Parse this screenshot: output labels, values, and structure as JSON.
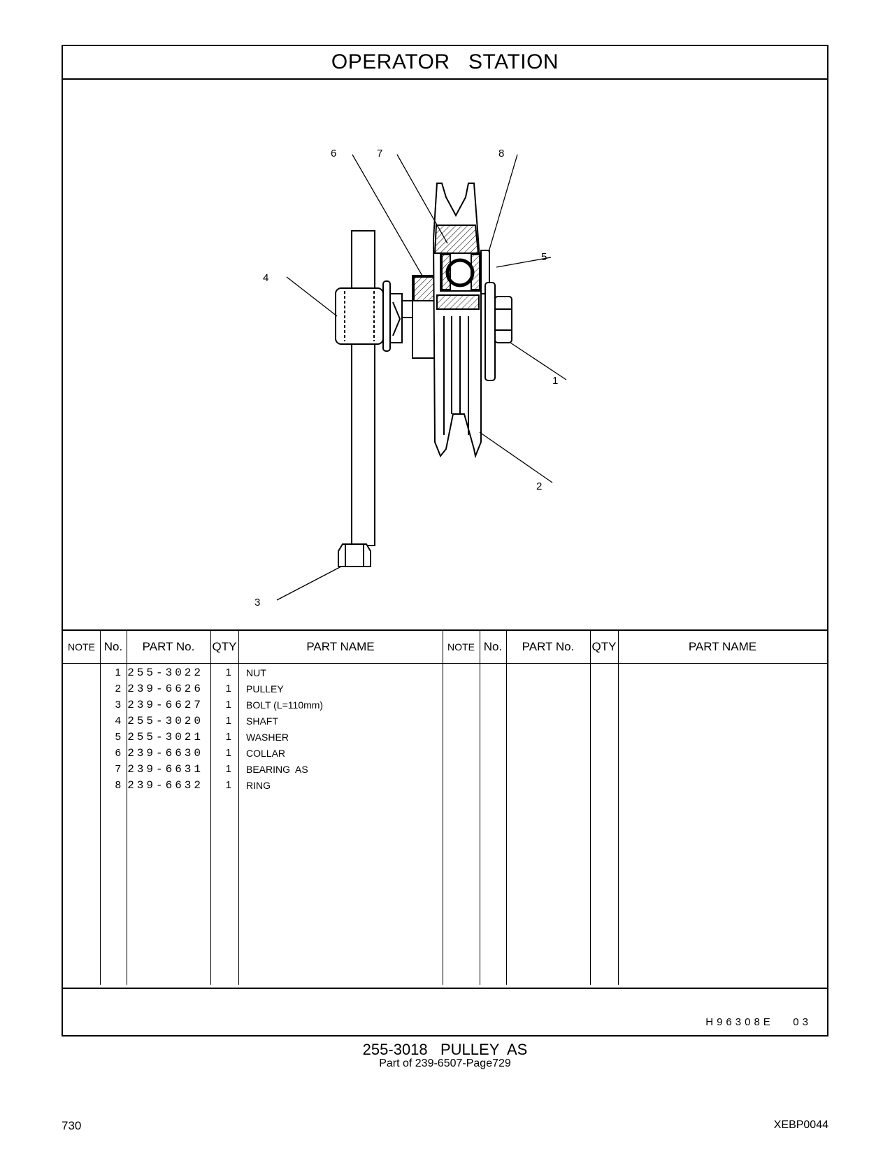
{
  "title": "OPERATOR   STATION",
  "callouts": [
    "1",
    "2",
    "3",
    "4",
    "5",
    "6",
    "7",
    "8"
  ],
  "table": {
    "headers": {
      "note": "NOTE",
      "no": "No.",
      "part_no": "PART No.",
      "qty": "QTY",
      "part_name": "PART NAME"
    },
    "rows": [
      {
        "no": "1",
        "part_no": "255-3022",
        "qty": "1",
        "name": "NUT"
      },
      {
        "no": "2",
        "part_no": "239-6626",
        "qty": "1",
        "name": "PULLEY"
      },
      {
        "no": "3",
        "part_no": "239-6627",
        "qty": "1",
        "name": "BOLT (L=110mm)"
      },
      {
        "no": "4",
        "part_no": "255-3020",
        "qty": "1",
        "name": "SHAFT"
      },
      {
        "no": "5",
        "part_no": "255-3021",
        "qty": "1",
        "name": "WASHER"
      },
      {
        "no": "6",
        "part_no": "239-6630",
        "qty": "1",
        "name": "COLLAR"
      },
      {
        "no": "7",
        "part_no": "239-6631",
        "qty": "1",
        "name": "BEARING  AS"
      },
      {
        "no": "8",
        "part_no": "239-6632",
        "qty": "1",
        "name": "RING"
      }
    ]
  },
  "illustration_code": "H96308E   03",
  "caption": "255-3018   PULLEY  AS",
  "subcaption": "Part of 239-6507-Page729",
  "page_number": "730",
  "doc_code": "XEBP0044"
}
